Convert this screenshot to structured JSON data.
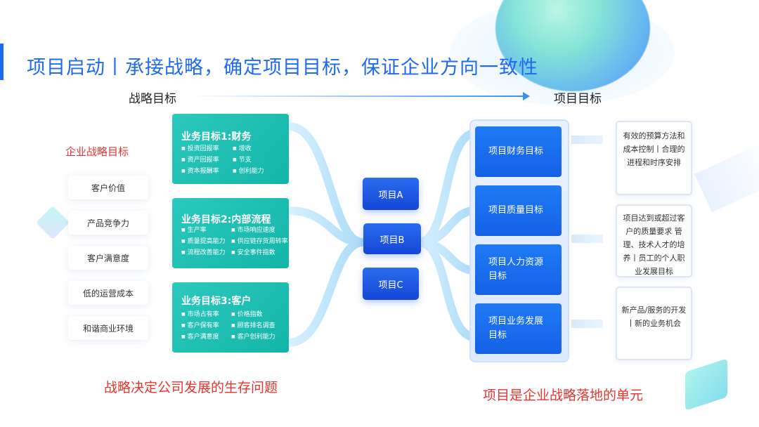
{
  "title": "项目启动丨承接战略，确定项目目标，保证企业方向一致性",
  "axis": {
    "left_label": "战略目标",
    "right_label": "项目目标"
  },
  "enterprise": {
    "heading": "企业战略目标",
    "values": [
      "客户价值",
      "产品竞争力",
      "客户满意度",
      "低的运营成本",
      "和谐商业环境"
    ]
  },
  "business_goals": [
    {
      "title": "业务目标1:财务",
      "left": [
        "投资回报率",
        "资产回报率",
        "资本报酬率"
      ],
      "right": [
        "增收",
        "节支",
        "创利能力"
      ]
    },
    {
      "title": "业务目标2:内部流程",
      "left": [
        "生产率",
        "质量提高能力",
        "流程改善能力"
      ],
      "right": [
        "市场响应速度",
        "供应链存货周转率",
        "安全事件指数"
      ]
    },
    {
      "title": "业务目标3:客户",
      "left": [
        "市场占有率",
        "客户保有率",
        "客户满意度"
      ],
      "right": [
        "价格指数",
        "顾客排名调查",
        "客户创利能力"
      ]
    }
  ],
  "projects": [
    "项目A",
    "项目B",
    "项目C"
  ],
  "project_targets": [
    "项目财务目标",
    "项目质量目标",
    "项目人力资源目标",
    "项目业务发展目标"
  ],
  "descriptions": [
    "有效的预算方法和成本控制丨合理的进程和时序安排",
    "项目达到或超过客户的质量要求 管理、技术人才的培养丨员工的个人职业发展目标",
    "新产品/服务的开发丨新的业务机会"
  ],
  "footer": {
    "left": "战略决定公司发展的生存问题",
    "right": "项目是企业战略落地的单元"
  }
}
